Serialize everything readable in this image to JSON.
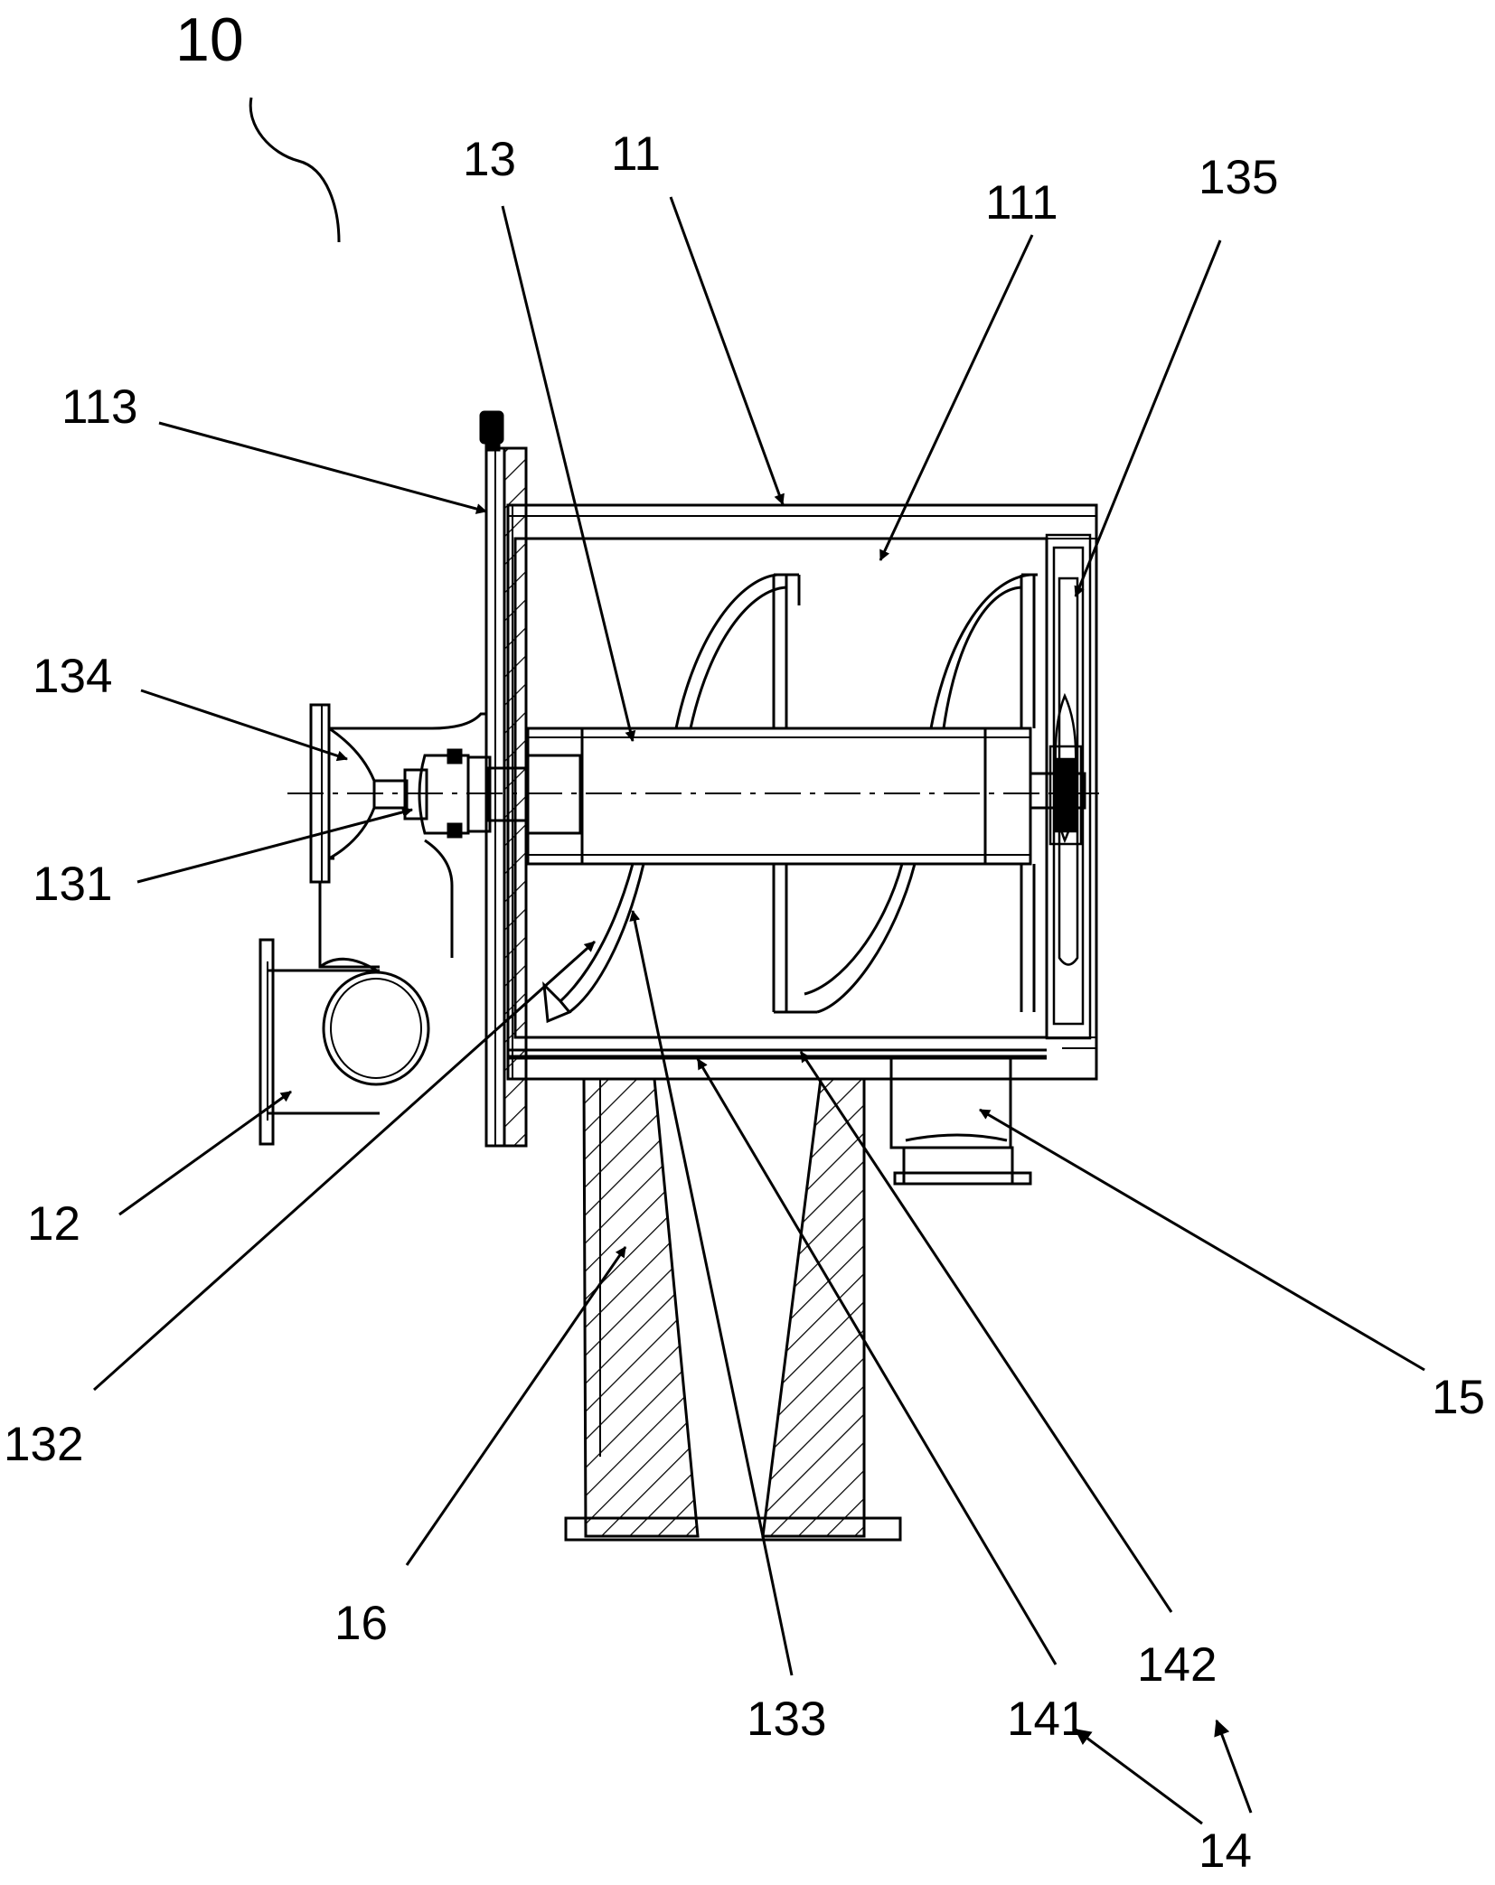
{
  "figure": {
    "main_ref": "10",
    "labels": {
      "l11": "11",
      "l111": "111",
      "l113": "113",
      "l12": "12",
      "l13": "13",
      "l131": "131",
      "l132": "132",
      "l133": "133",
      "l134": "134",
      "l135": "135",
      "l14": "14",
      "l141": "141",
      "l142": "142",
      "l15": "15",
      "l16": "16"
    }
  }
}
